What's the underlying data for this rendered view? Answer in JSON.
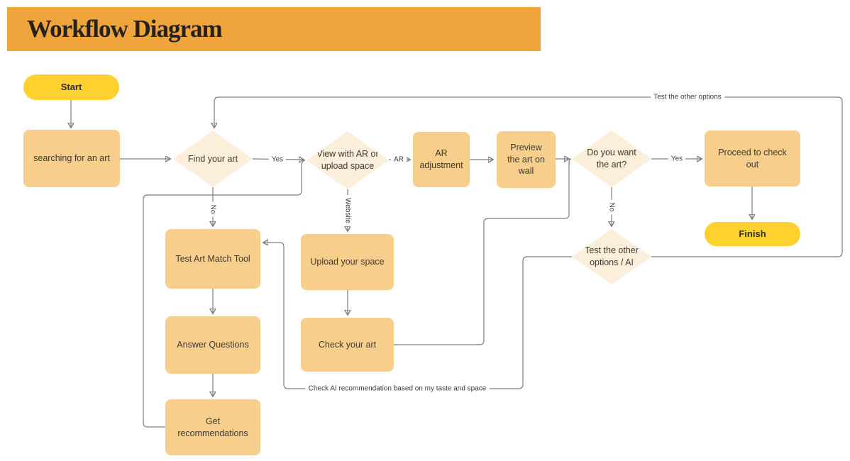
{
  "header": {
    "title": "Workflow Diagram"
  },
  "nodes": {
    "start": {
      "label": "Start",
      "type": "terminator"
    },
    "searching": {
      "label": "searching for an art",
      "type": "process"
    },
    "find_your_art": {
      "label": "Find your art",
      "type": "decision"
    },
    "view_ar": {
      "label": "View with AR or upload space",
      "type": "decision"
    },
    "ar_adjustment": {
      "label": "AR adjustment",
      "type": "process"
    },
    "preview_wall": {
      "label": "Preview the art on wall",
      "type": "process"
    },
    "want_art": {
      "label": "Do you want the art?",
      "type": "decision"
    },
    "proceed_checkout": {
      "label": "Proceed to check out",
      "type": "process"
    },
    "finish": {
      "label": "Finish",
      "type": "terminator"
    },
    "test_other_ai": {
      "label": "Test the other options / AI",
      "type": "decision"
    },
    "test_art_match": {
      "label": "Test Art Match Tool",
      "type": "process"
    },
    "upload_space": {
      "label": "Upload your space",
      "type": "process"
    },
    "answer_questions": {
      "label": "Answer Questions",
      "type": "process"
    },
    "check_art": {
      "label": "Check your art",
      "type": "process"
    },
    "get_recommendations": {
      "label": "Get recommendations",
      "type": "process"
    }
  },
  "edge_labels": {
    "yes_find": "Yes",
    "no_find": "No",
    "ar": "AR",
    "website": "Website",
    "yes_want": "Yes",
    "no_want": "No",
    "test_other_options": "Test the other options",
    "check_ai_recommendation": "Check AI recommendation based on my taste and space"
  },
  "colors": {
    "header_bg": "#F0A43C",
    "process_fill": "#F8CE8D",
    "terminator_fill": "#FFD12E",
    "decision_fill": "#FBEEDB",
    "line": "#7d7d7d",
    "title_text": "#25221E",
    "node_text": "#3E3A33"
  }
}
